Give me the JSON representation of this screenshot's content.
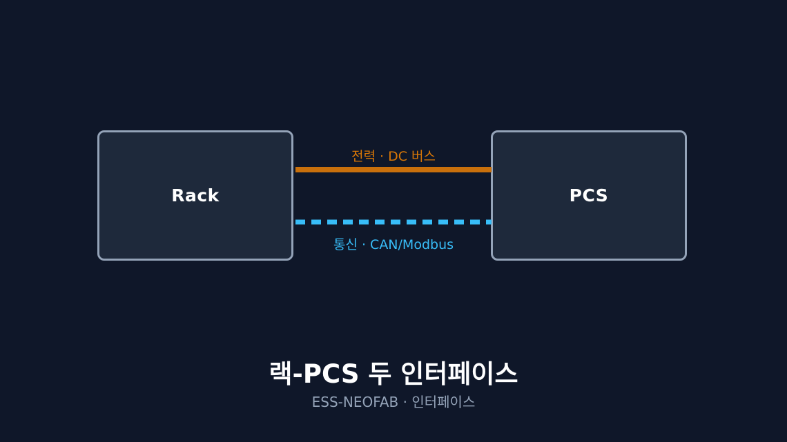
{
  "diagram": {
    "nodes": {
      "rack": {
        "label": "Rack"
      },
      "pcs": {
        "label": "PCS"
      }
    },
    "links": {
      "power": {
        "label": "전력 · DC 버스",
        "color": "#c9700c",
        "style": "solid"
      },
      "comm": {
        "label": "통신 · CAN/Modbus",
        "color": "#38bdf8",
        "style": "dashed"
      }
    }
  },
  "footer": {
    "title": "랙-PCS 두 인터페이스",
    "subtitle": "ESS-NEOFAB · 인터페이스"
  },
  "colors": {
    "background": "#0f1729",
    "node_fill": "#1e293b",
    "node_border": "#94a3b8",
    "text_primary": "#ffffff",
    "text_secondary": "#94a3b8"
  }
}
